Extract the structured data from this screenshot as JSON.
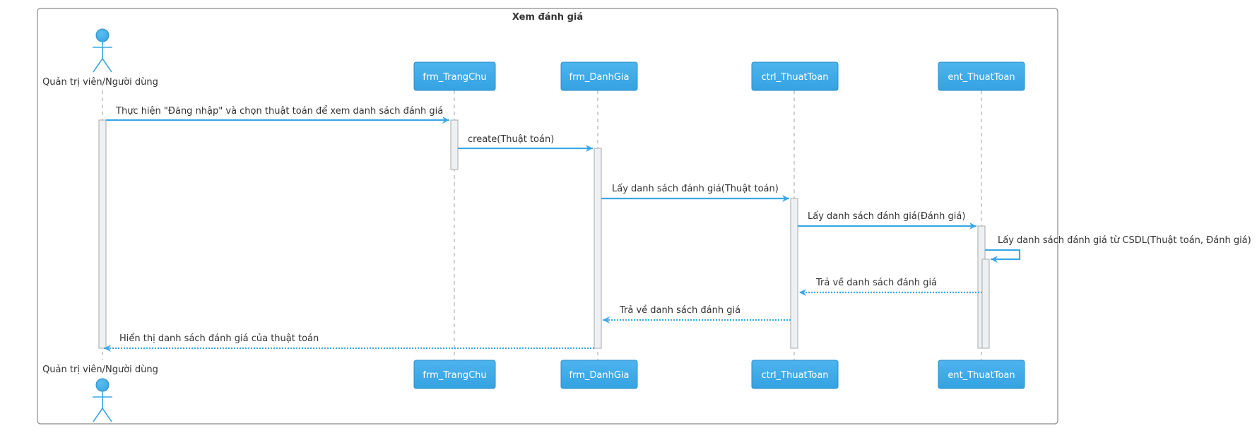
{
  "diagram": {
    "frame_title": "Xem đánh giá",
    "actor": {
      "name": "Quản trị viên/Người dùng"
    },
    "participants": [
      {
        "name": "frm_TrangChu"
      },
      {
        "name": "frm_DanhGia"
      },
      {
        "name": "ctrl_ThuatToan"
      },
      {
        "name": "ent_ThuatToan"
      }
    ],
    "messages": [
      {
        "from": "actor",
        "to": "frm_TrangChu",
        "kind": "call",
        "label": "Thực hiện \"Đăng nhập\" và chọn thuật toán để xem danh sách đánh giá"
      },
      {
        "from": "frm_TrangChu",
        "to": "frm_DanhGia",
        "kind": "call",
        "label": "create(Thuật toán)"
      },
      {
        "from": "frm_DanhGia",
        "to": "ctrl_ThuatToan",
        "kind": "call",
        "label": "Lấy danh sách đánh giá(Thuật toán)"
      },
      {
        "from": "ctrl_ThuatToan",
        "to": "ent_ThuatToan",
        "kind": "call",
        "label": "Lấy danh sách đánh giá(Đánh giá)"
      },
      {
        "from": "ent_ThuatToan",
        "to": "ent_ThuatToan",
        "kind": "self",
        "label": "Lấy danh sách đánh giá từ CSDL(Thuật toán, Đánh giá)"
      },
      {
        "from": "ent_ThuatToan",
        "to": "ctrl_ThuatToan",
        "kind": "return",
        "label": "Trả về danh sách đánh giá"
      },
      {
        "from": "ctrl_ThuatToan",
        "to": "frm_DanhGia",
        "kind": "return",
        "label": "Trả về danh sách đánh giá"
      },
      {
        "from": "frm_DanhGia",
        "to": "actor",
        "kind": "return",
        "label": "Hiển thị danh sách đánh giá của thuật toán"
      }
    ],
    "colors": {
      "accent": "#3aa8e6",
      "participant_fill": "#3aa8e6",
      "participant_border": "#2b8fc9",
      "frame_border": "#8a8a8a",
      "lifeline": "#a0a0a0",
      "activation_fill": "#eef1f4",
      "activation_border": "#a8a8a8",
      "text": "#333333"
    }
  }
}
